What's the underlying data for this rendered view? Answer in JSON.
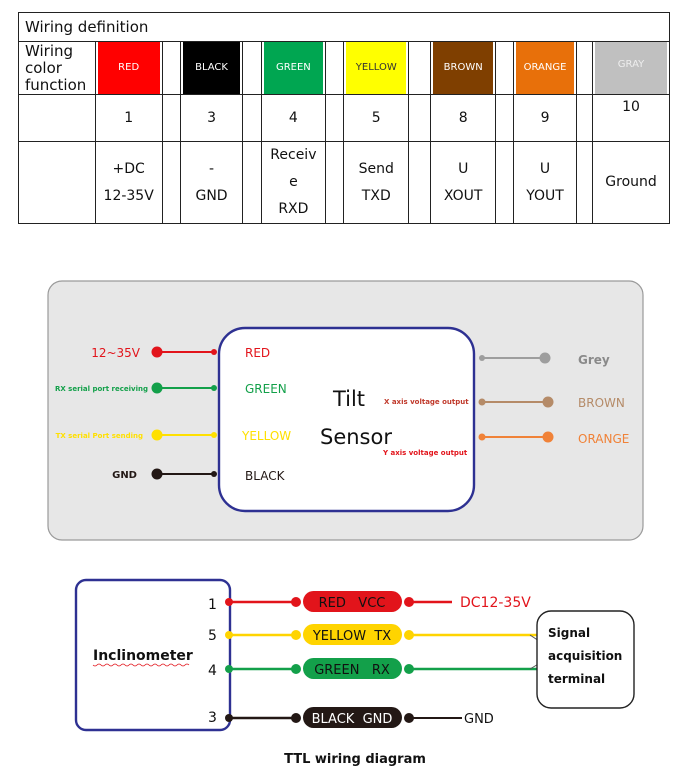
{
  "table": {
    "title": "Wiring definition",
    "function_label": [
      "Wiring",
      "color",
      "function"
    ],
    "columns": [
      {
        "color_name": "RED",
        "color": "#ff0000",
        "pin": "1",
        "desc": [
          "+DC",
          "12-35V"
        ]
      },
      {
        "color_name": "BLACK",
        "color": "#000000",
        "pin": "3",
        "desc": [
          "-",
          "GND"
        ]
      },
      {
        "color_name": "GREEN",
        "color": "#00a651",
        "pin": "4",
        "desc": [
          "Receiv",
          "e",
          "RXD"
        ]
      },
      {
        "color_name": "YELLOW",
        "color": "#ffff00",
        "pin": "5",
        "desc": [
          "Send",
          "TXD"
        ]
      },
      {
        "color_name": "BROWN",
        "color": "#7f3f00",
        "pin": "8",
        "desc": [
          "U",
          "XOUT"
        ]
      },
      {
        "color_name": "ORANGE",
        "color": "#e8700a",
        "pin": "9",
        "desc": [
          "U",
          "YOUT"
        ]
      },
      {
        "color_name": "GRAY",
        "color": "#c0c0c0",
        "pin": "10",
        "desc": [
          "Ground"
        ]
      }
    ]
  },
  "sensor": {
    "center_title": "Tilt",
    "center_subtitle": "Sensor",
    "left_wires": [
      {
        "outer_label": "12~35V",
        "inner_label": "RED",
        "color": "#e2141b"
      },
      {
        "outer_label": "RX serial port receiving",
        "inner_label": "GREEN",
        "color": "#13a04a"
      },
      {
        "outer_label": "TX serial Port sending",
        "inner_label": "YELLOW",
        "color": "#ffe000"
      },
      {
        "outer_label": "GND",
        "inner_label": "BLACK",
        "color": "#231815"
      }
    ],
    "right_wires": [
      {
        "inner_label": "",
        "outer_label": "Grey",
        "color": "#9e9e9e"
      },
      {
        "inner_label": "X axis voltage output",
        "outer_label": "BROWN",
        "color": "#b58b68"
      },
      {
        "inner_label": "Y axis voltage output",
        "outer_label": "ORANGE",
        "color": "#f08238"
      }
    ]
  },
  "ttl": {
    "device_label": "Inclinometer",
    "pins": [
      {
        "pin": "1",
        "wire_label": "RED   VCC",
        "color": "#e2141b",
        "text_color": "#111111",
        "target": "DC12-35V",
        "target_color": "#e2141b"
      },
      {
        "pin": "5",
        "wire_label": "YELLOW  TX",
        "color": "#ffd400",
        "text_color": "#111111",
        "target": "",
        "target_color": "#111111"
      },
      {
        "pin": "4",
        "wire_label": "GREEN   RX",
        "color": "#13a04a",
        "text_color": "#111111",
        "target": "",
        "target_color": "#111111"
      },
      {
        "pin": "3",
        "wire_label": "BLACK  GND",
        "color": "#231815",
        "text_color": "#ffffff",
        "target": "GND",
        "target_color": "#111111"
      }
    ],
    "terminal_label": [
      "Signal",
      "acquisition",
      "terminal"
    ],
    "caption": "TTL wiring diagram"
  }
}
